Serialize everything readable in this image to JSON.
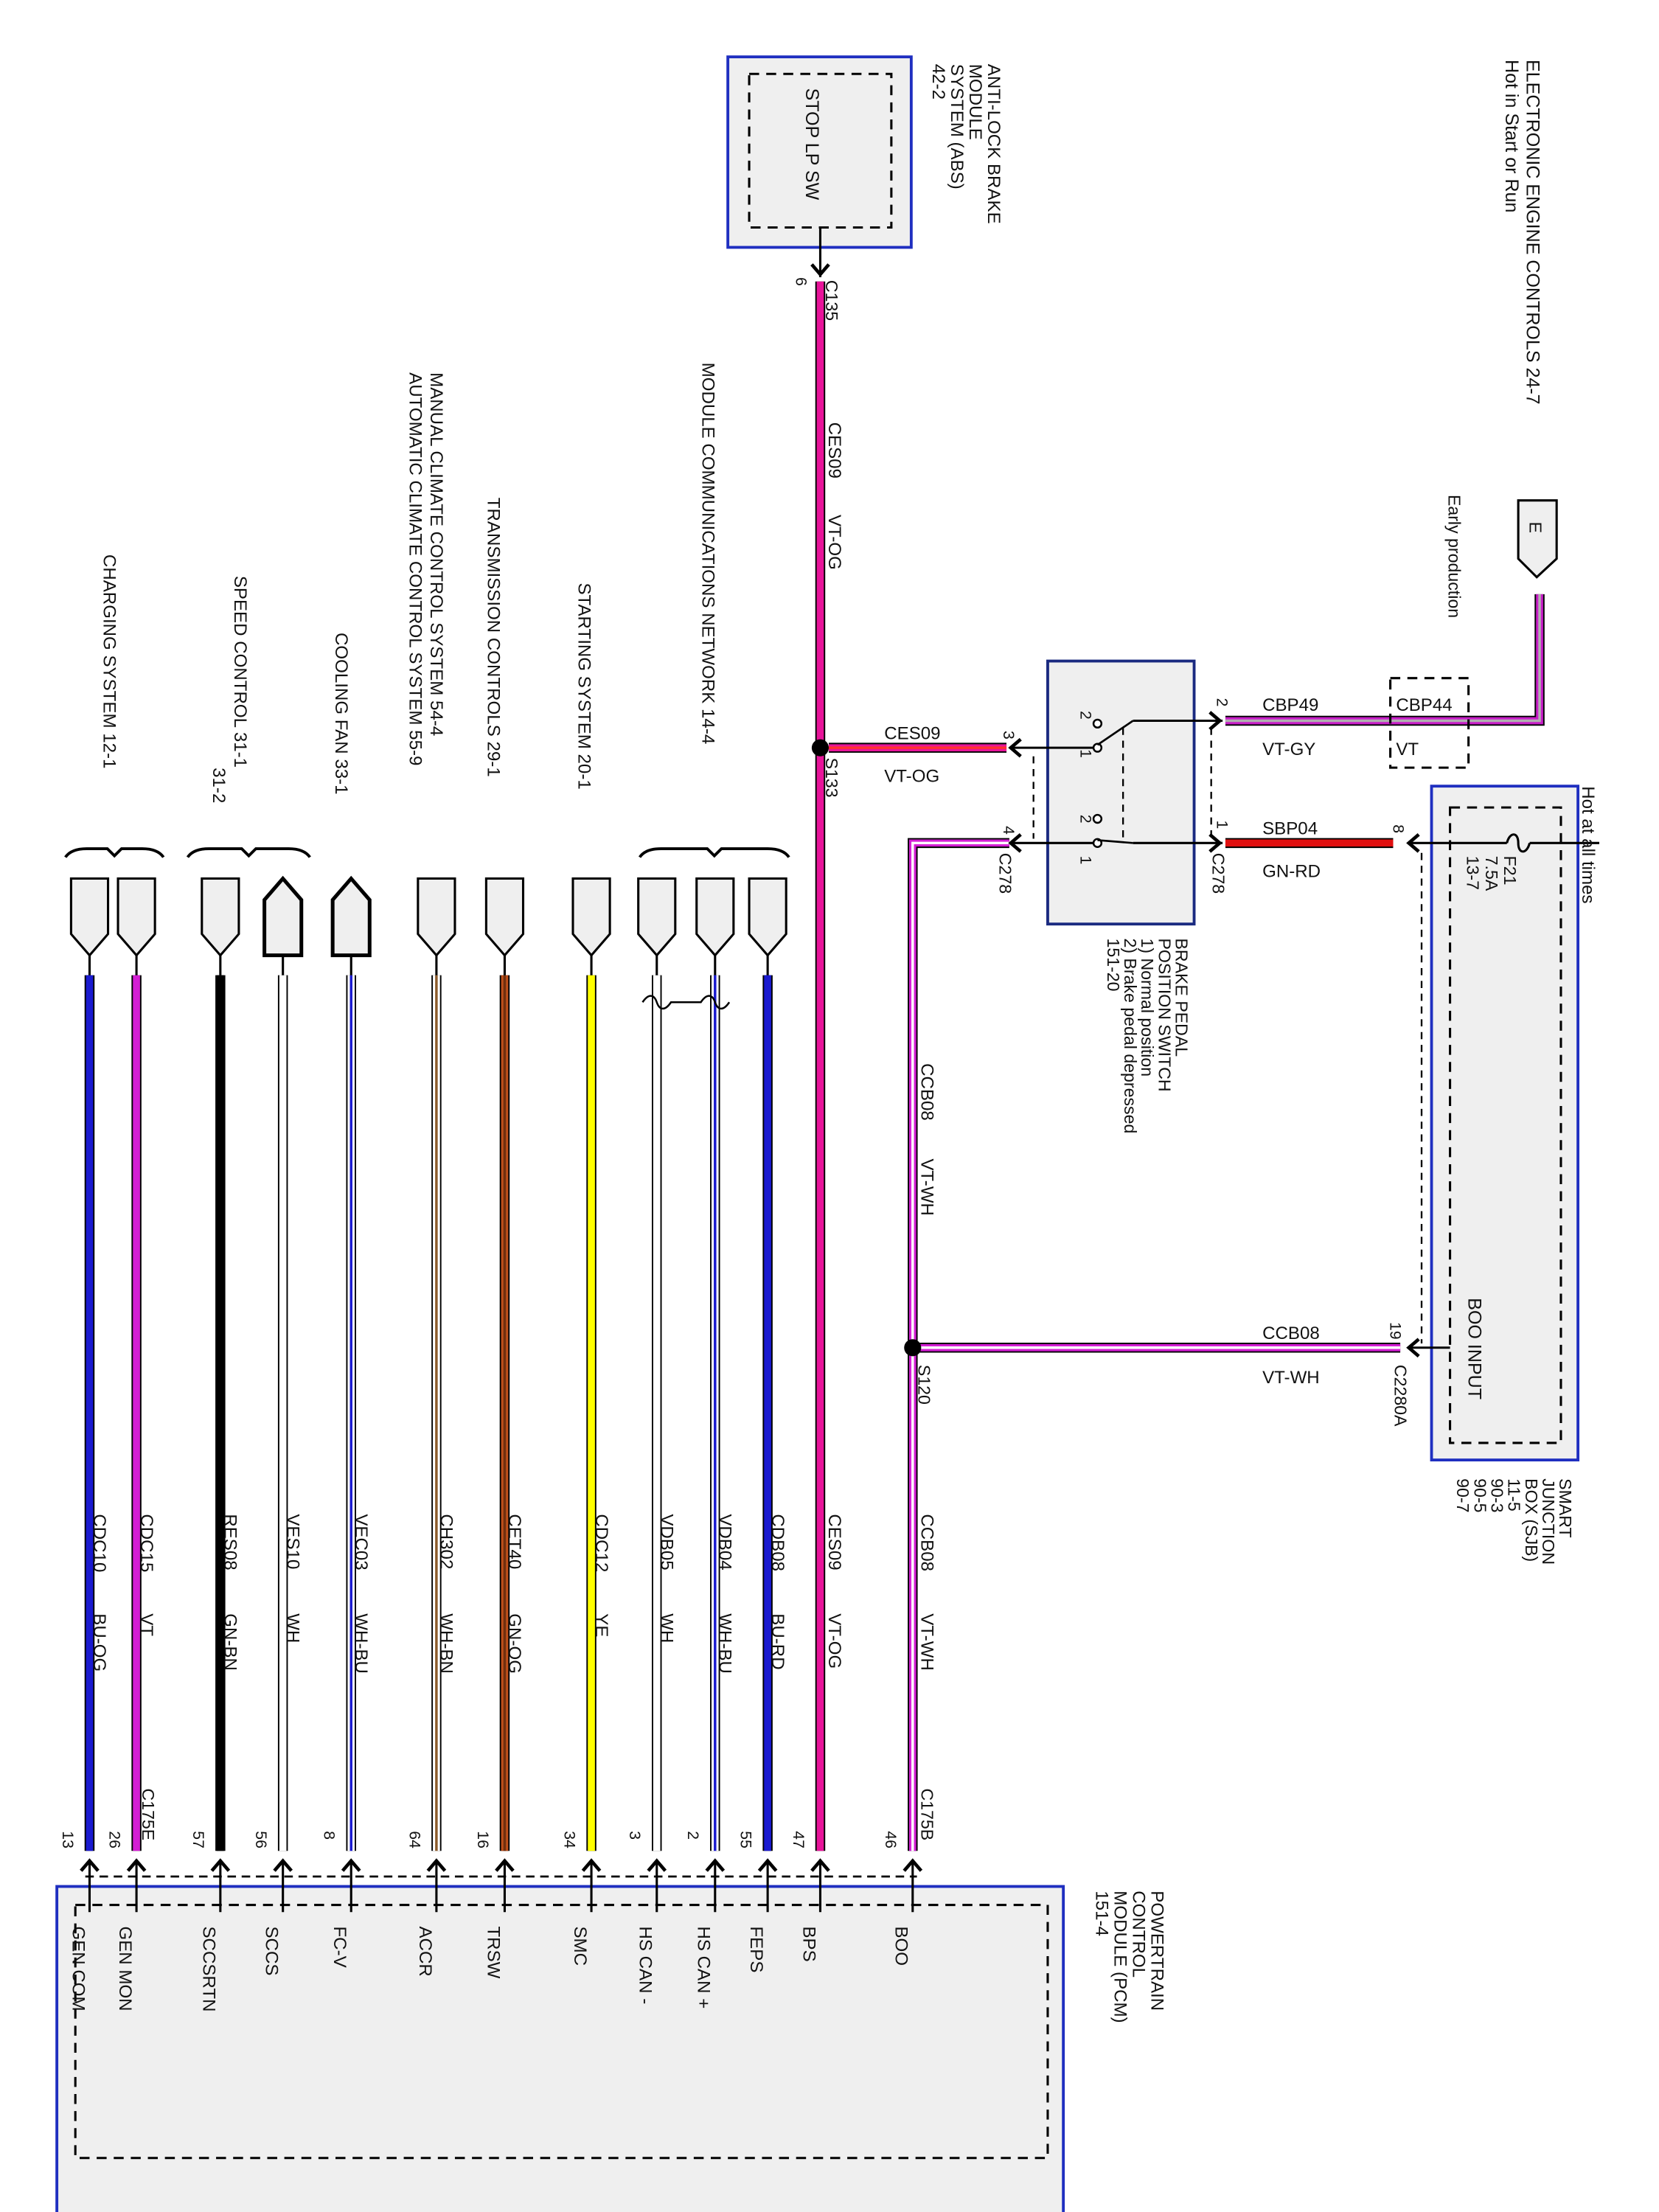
{
  "abs": {
    "lines": [
      "ANTI-LOCK BRAKE",
      "MODULE",
      "SYSTEM (ABS)",
      "42-2"
    ],
    "component": "STOP LP SW",
    "connector": "C135",
    "pin": "6"
  },
  "eec": {
    "lines": [
      "ELECTRONIC ENGINE CONTROLS  24-7",
      "Hot in Start or Run"
    ],
    "connector_label": "E",
    "note": "Early production"
  },
  "ces09_main": {
    "code": "CES09",
    "color": "VT-OG",
    "splice": "S133"
  },
  "ces09_branch": {
    "code": "CES09",
    "color": "VT-OG",
    "pin": "3",
    "fill": "#e8149a",
    "stripe": "#ff3030"
  },
  "brake_switch": {
    "lines": [
      "BRAKE PEDAL",
      "POSITION SWITCH",
      "1) Normal position",
      "2) Brake pedal depressed",
      "151-20"
    ],
    "contact_labels": [
      "2",
      "1",
      "2",
      "1"
    ],
    "connector_left": "C278",
    "connector_right": "C278",
    "pin_left_bottom": "4",
    "pin_right_top": "2",
    "pin_right_bottom": "1"
  },
  "cbp49": {
    "code": "CBP49",
    "color": "VT-GY",
    "fill": "#c81ec8",
    "stripe": "#b0b0b0"
  },
  "cbp44": {
    "code": "CBP44",
    "color": "VT",
    "fill": "#c81ec8"
  },
  "sbp04": {
    "code": "SBP04",
    "color": "GN-RD",
    "pin": "8",
    "fill": "#e01010",
    "stripe": "#e01010"
  },
  "sjb": {
    "lines": [
      "SMART",
      "JUNCTION",
      "BOX (SJB)",
      "11-5",
      "90-3",
      "90-5",
      "90-7"
    ],
    "hot": "Hot at all times",
    "fuse": [
      "F21",
      "7.5A",
      "13-7"
    ],
    "boo_input": "BOO INPUT",
    "boo_pin": "19",
    "boo_connector": "C2280A"
  },
  "ccb08": {
    "code": "CCB08",
    "color": "VT-WH",
    "splice": "S120",
    "fill": "#d41ed4",
    "stripe": "#ffffff"
  },
  "pcm": {
    "lines": [
      "POWERTRAIN",
      "CONTROL",
      "MODULE (PCM)",
      "151-4"
    ],
    "connector_b": "C175B",
    "connector_e": "C175E"
  },
  "branch_groups": [
    {
      "lines": [
        "MODULE COMMUNICATIONS NETWORK 14-4"
      ]
    },
    {
      "lines": [
        "STARTING SYSTEM    20-1"
      ]
    },
    {
      "lines": [
        "TRANSMISSION CONTROLS    29-1"
      ]
    },
    {
      "lines": [
        "MANUAL CLIMATE CONTROL SYSTEM    54-4",
        "AUTOMATIC CLIMATE CONTROL SYSTEM    55-9"
      ]
    },
    {
      "lines": [
        "COOLING FAN    33-1"
      ]
    },
    {
      "lines": [
        "SPEED CONTROL    31-1",
        "31-2"
      ]
    },
    {
      "lines": [
        "CHARGING SYSTEM 12-1"
      ]
    }
  ],
  "pcm_circuits": [
    {
      "code": "CCB08",
      "color": "VT-WH",
      "pin": "46",
      "signal": "BOO",
      "connector": "none",
      "fill": "#d41ed4",
      "stripe": "#ffffff"
    },
    {
      "code": "CES09",
      "color": "VT-OG",
      "pin": "47",
      "signal": "BPS",
      "connector": "none",
      "fill": "#e8149a",
      "stripe": "#e8149a"
    },
    {
      "code": "CDB08",
      "color": "BU-RD",
      "pin": "55",
      "signal": "FEPS",
      "connector": "down",
      "fill": "#1a1ad0",
      "stripe": "#1a1ad0"
    },
    {
      "code": "VDB04",
      "color": "WH-BU",
      "pin": "2",
      "signal": "HS CAN +",
      "connector": "down",
      "fill": "#ffffff",
      "stripe": "#1a1ad0"
    },
    {
      "code": "VDB05",
      "color": "WH",
      "pin": "3",
      "signal": "HS CAN -",
      "connector": "down",
      "fill": "#ffffff",
      "stripe": "#ffffff"
    },
    {
      "code": "CDC12",
      "color": "YE",
      "pin": "34",
      "signal": "SMC",
      "connector": "down",
      "fill": "#ffff00",
      "stripe": "#ffff00"
    },
    {
      "code": "CET40",
      "color": "GN-OG",
      "pin": "16",
      "signal": "TRSW",
      "connector": "down",
      "fill": "#c0501a",
      "stripe": "#703010"
    },
    {
      "code": "CH302",
      "color": "WH-BN",
      "pin": "64",
      "signal": "ACCR",
      "connector": "down",
      "fill": "#ffffff",
      "stripe": "#8b5a2b"
    },
    {
      "code": "VEC03",
      "color": "WH-BU",
      "pin": "8",
      "signal": "FC-V",
      "connector": "up",
      "fill": "#ffffff",
      "stripe": "#1a1ad0"
    },
    {
      "code": "VES10",
      "color": "WH",
      "pin": "56",
      "signal": "SCCS",
      "connector": "up",
      "fill": "#ffffff",
      "stripe": "#ffffff"
    },
    {
      "code": "RES08",
      "color": "GN-BN",
      "pin": "57",
      "signal": "SCCSRTN",
      "connector": "down",
      "fill": "#000000",
      "stripe": "#000000"
    },
    {
      "code": "CDC15",
      "color": "VT",
      "pin": "26",
      "signal": "GEN MON",
      "connector": "down",
      "fill": "#d41ed4",
      "stripe": "#d41ed4"
    },
    {
      "code": "CDC10",
      "color": "BU-OG",
      "pin": "13",
      "signal": "GEN COM",
      "connector": "down",
      "fill": "#1a1ad0",
      "stripe": "#1a1ad0"
    }
  ],
  "colors": {
    "module_border": "#1f2fc0",
    "switch_border": "#1a2a80",
    "module_fill": "#efefef"
  }
}
